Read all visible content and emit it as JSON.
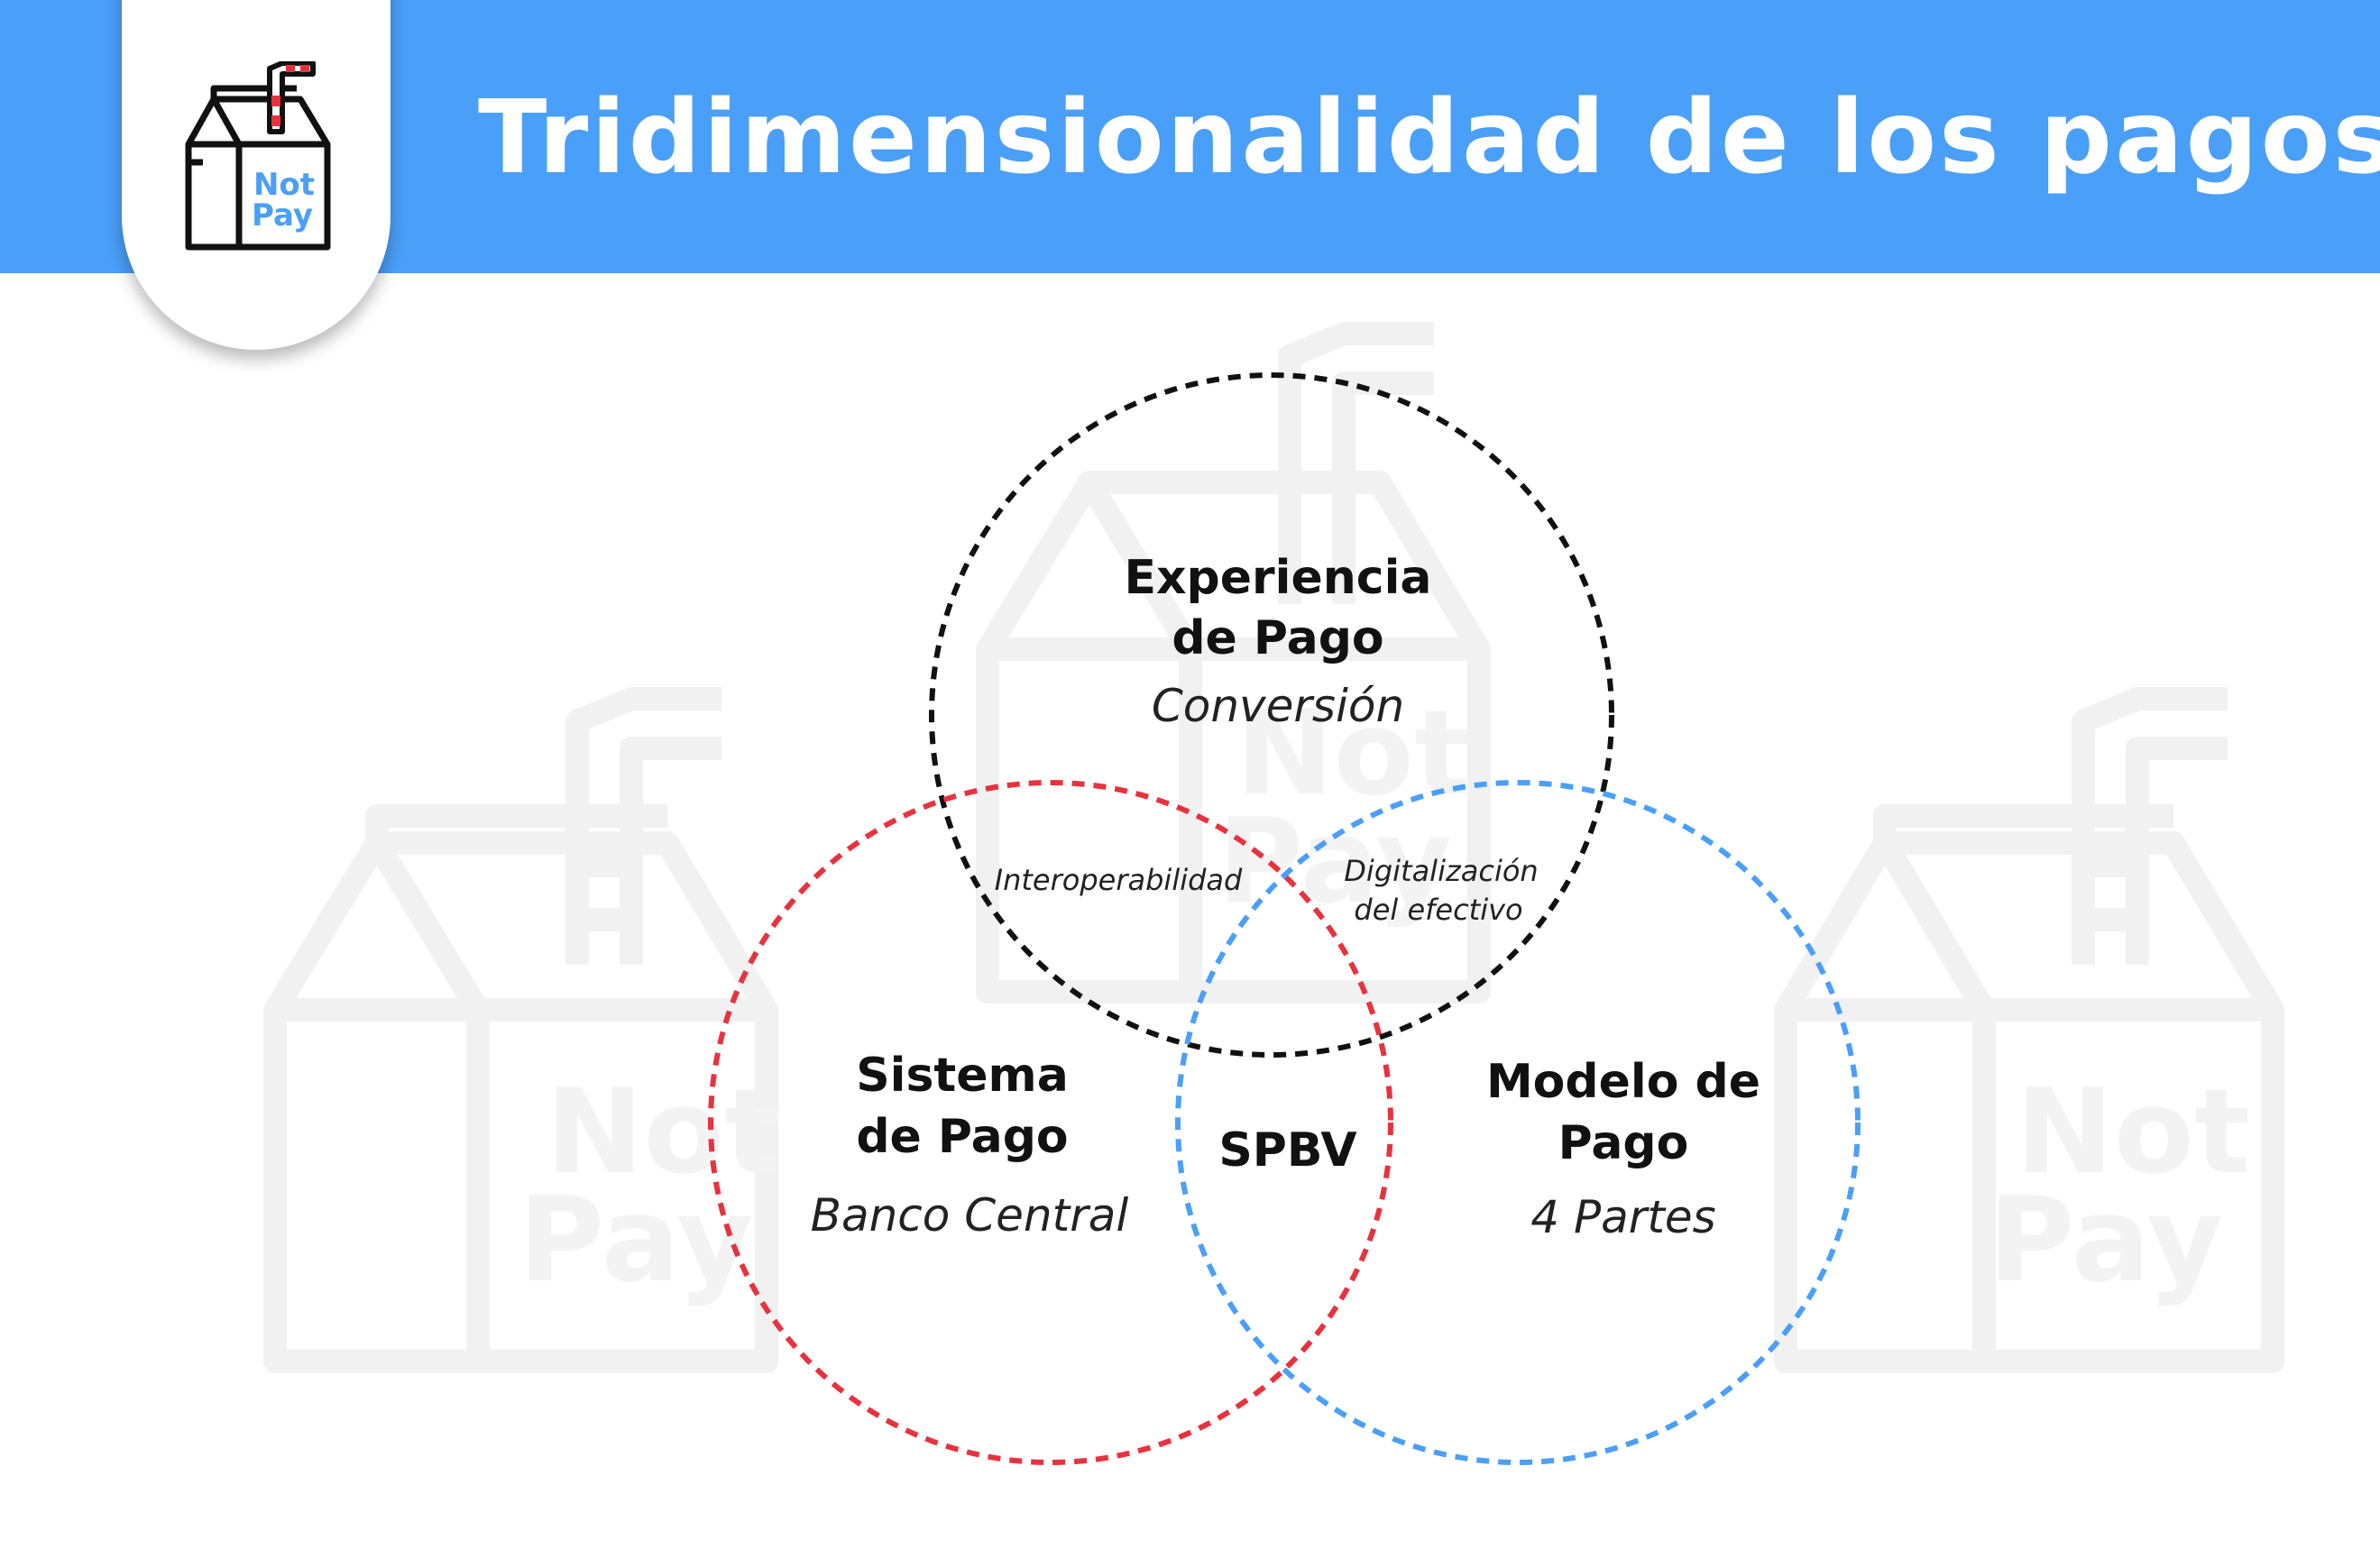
{
  "header": {
    "title": "Tridimensionalidad de los pagos",
    "background_color": "#4a9ff8",
    "logo": {
      "line1": "Not",
      "line2": "Pay",
      "accent_color": "#4a9ff8",
      "straw_color": "#e8323e"
    }
  },
  "watermark": {
    "line1": "Not",
    "line2": "Pay",
    "color": "#f1f1f1"
  },
  "venn": {
    "circles": [
      {
        "id": "experiencia",
        "title_line1": "Experiencia",
        "title_line2": "de Pago",
        "subtitle": "Conversión",
        "stroke_color": "#111111"
      },
      {
        "id": "sistema",
        "title_line1": "Sistema",
        "title_line2": "de Pago",
        "subtitle": "Banco Central",
        "stroke_color": "#e8323e"
      },
      {
        "id": "modelo",
        "title_line1": "Modelo de",
        "title_line2": "Pago",
        "subtitle": "4 Partes",
        "stroke_color": "#4a9ff8"
      }
    ],
    "intersections": {
      "experiencia_sistema": "Interoperabilidad",
      "experiencia_modelo_line1": "Digitalización",
      "experiencia_modelo_line2": "del efectivo",
      "sistema_modelo": "SPBV"
    }
  }
}
